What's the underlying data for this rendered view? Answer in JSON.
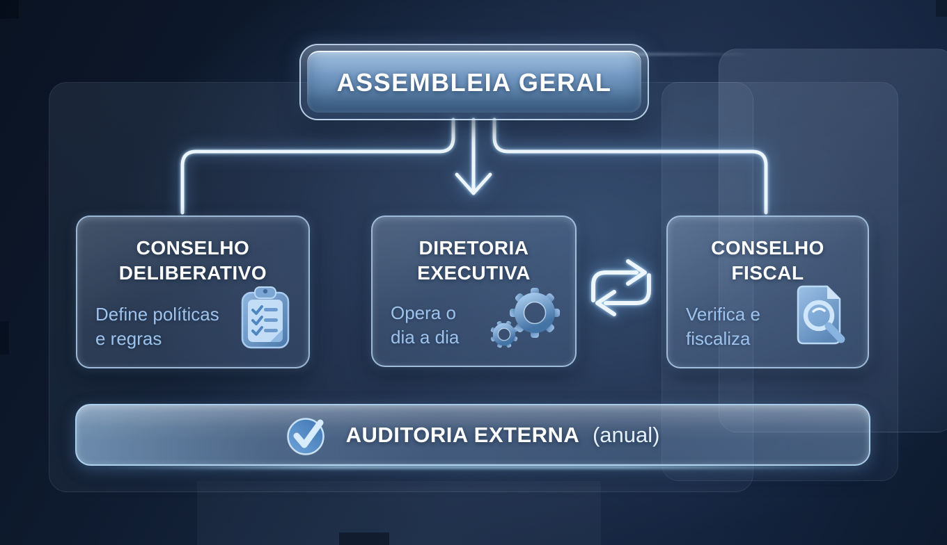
{
  "diagram": {
    "assembly": {
      "label": "ASSEMBLEIA GERAL"
    },
    "nodes": [
      {
        "id": "conselho-deliberativo",
        "title1": "CONSELHO",
        "title2": "DELIBERATIVO",
        "sub1": "Define políticas",
        "sub2": "e regras",
        "icon": "clipboard-checklist-icon"
      },
      {
        "id": "diretoria-executiva",
        "title1": "DIRETORIA",
        "title2": "EXECUTIVA",
        "sub1": "Opera o",
        "sub2": "dia a dia",
        "icon": "gears-icon"
      },
      {
        "id": "conselho-fiscal",
        "title1": "CONSELHO",
        "title2": "FISCAL",
        "sub1": "Verifica e",
        "sub2": "fiscaliza",
        "icon": "document-search-icon"
      }
    ],
    "relations": [
      {
        "from": "assembleia-geral",
        "to": "conselho-deliberativo",
        "type": "line"
      },
      {
        "from": "assembleia-geral",
        "to": "diretoria-executiva",
        "type": "arrow-down"
      },
      {
        "from": "assembleia-geral",
        "to": "conselho-fiscal",
        "type": "line"
      },
      {
        "from": "diretoria-executiva",
        "to": "conselho-fiscal",
        "type": "bidirectional-sync"
      }
    ],
    "footer": {
      "bold": "AUDITORIA EXTERNA",
      "normal": "(anual)",
      "icon": "check-circle-icon"
    }
  },
  "colors": {
    "background_dark": "#0a1322",
    "background_mid": "#1d2d47",
    "card_border": "#b0cedc",
    "connector": "#eef6fd",
    "title_text": "#ffffff",
    "subtitle_text": "#9dc3ec",
    "icon_blue_light": "#c3ddf6",
    "icon_blue_mid": "#6f9aca",
    "icon_blue_deep": "#41719f"
  }
}
